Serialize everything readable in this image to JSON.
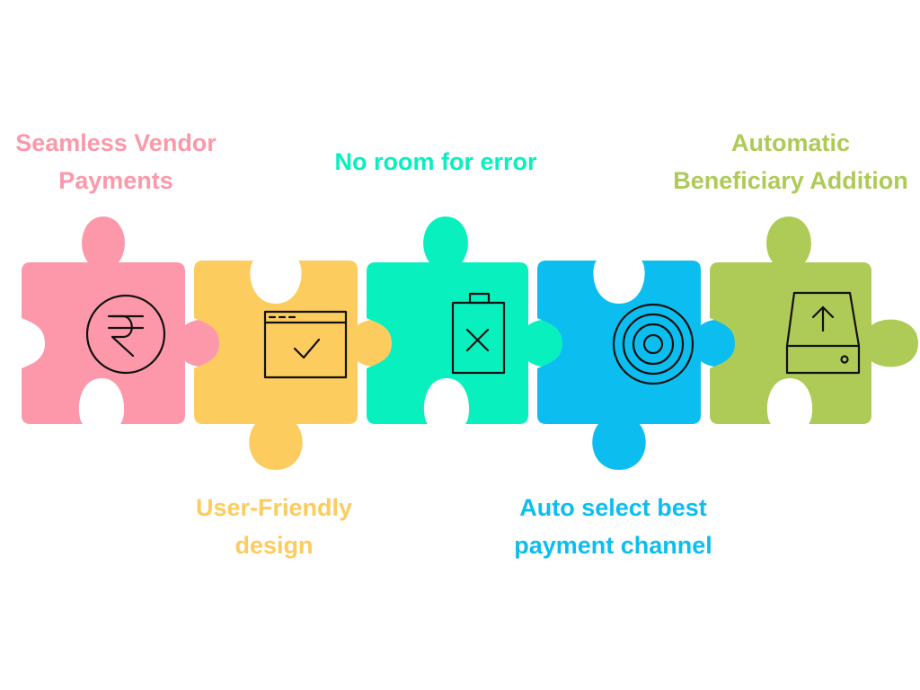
{
  "diagram": {
    "pieces": [
      {
        "id": "seamless-vendor-payments",
        "label_lines": [
          "Seamless Vendor",
          "Payments"
        ],
        "color": "#FC98AA",
        "icon": "rupee-icon"
      },
      {
        "id": "user-friendly-design",
        "label_lines": [
          "User-Friendly",
          "design"
        ],
        "color": "#FDCC5E",
        "icon": "browser-window-check-icon"
      },
      {
        "id": "no-room-for-error",
        "label_lines": [
          "No room for error"
        ],
        "color": "#09F0BF",
        "icon": "trash-x-icon"
      },
      {
        "id": "auto-select-best-payment-channel",
        "label_lines": [
          "Auto select best",
          "payment channel"
        ],
        "color": "#0CBEF0",
        "icon": "target-rings-icon"
      },
      {
        "id": "automatic-beneficiary-addition",
        "label_lines": [
          "Automatic",
          "Beneficiary Addition"
        ],
        "color": "#AECA57",
        "icon": "drive-upload-icon"
      }
    ]
  }
}
